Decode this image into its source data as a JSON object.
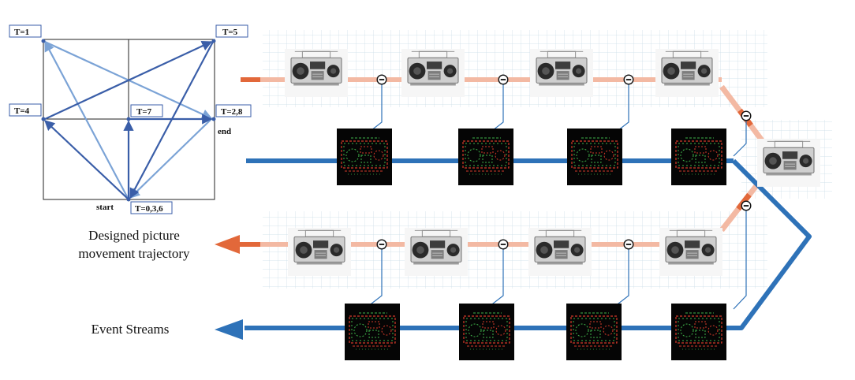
{
  "trajectory": {
    "points": [
      {
        "label": "T=1"
      },
      {
        "label": "T=5"
      },
      {
        "label": "T=4"
      },
      {
        "label": "T=7"
      },
      {
        "label": "T=2,8"
      },
      {
        "label": "T=0,3,6"
      }
    ],
    "start_label": "start",
    "end_label": "end"
  },
  "legend": {
    "movement_line1": "Designed picture",
    "movement_line2": "movement trajectory",
    "events": "Event Streams"
  },
  "colors": {
    "orange": "#e2683a",
    "orange_light": "#f3b9a3",
    "blue": "#2e72b8",
    "blue_light": "#a9c8e6",
    "traj_light": "#7ba3d6",
    "traj_dark": "#3a5ea8"
  },
  "icons": {
    "radio": "boombox-photo",
    "event": "event-frame",
    "minus": "minus-circle-icon"
  }
}
